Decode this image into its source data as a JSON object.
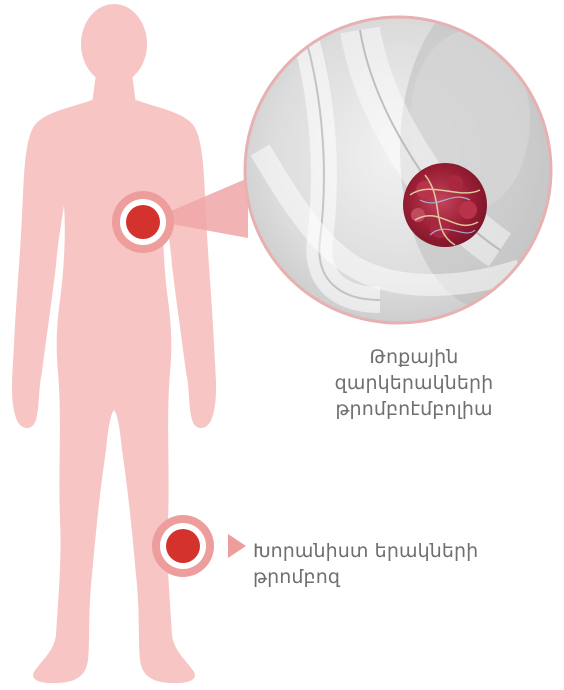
{
  "labels": {
    "lung_caption": {
      "line1": "Թոքային",
      "line2": "զարկերակների",
      "line3": "թրոմբոէմբոլիա"
    },
    "leg_caption": {
      "line1": "Խորանիստ երակների",
      "line2": "թրոմբոզ"
    }
  },
  "colors": {
    "body_silhouette": "#f6c5c4",
    "marker_outer": "#ee9d9d",
    "marker_ring": "#ffffff",
    "marker_core": "#d4322c",
    "connector": "#eea6a6",
    "inset_border": "#e7b1b1",
    "caption_text": "#6f6f6f"
  },
  "icons": {
    "lung_marker": "target-marker-icon",
    "leg_marker": "target-marker-icon",
    "leg_pointer": "triangle-right-icon"
  }
}
